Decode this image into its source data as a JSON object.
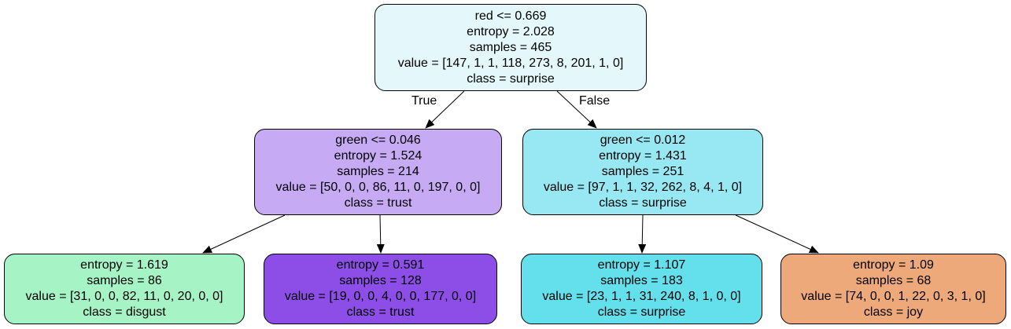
{
  "tree": {
    "root": {
      "lines": [
        "red <= 0.669",
        "entropy = 2.028",
        "samples = 465",
        "value = [147, 1, 1, 118, 273, 8, 201, 1, 0]",
        "class = surprise"
      ],
      "fill": "#e4f7fa"
    },
    "left": {
      "lines": [
        "green <= 0.046",
        "entropy = 1.524",
        "samples = 214",
        "value = [50, 0, 0, 86, 11, 0, 197, 0, 0]",
        "class = trust"
      ],
      "fill": "#c6aaf4"
    },
    "right": {
      "lines": [
        "green <= 0.012",
        "entropy = 1.431",
        "samples = 251",
        "value = [97, 1, 1, 32, 262, 8, 4, 1, 0]",
        "class = surprise"
      ],
      "fill": "#97e8f2"
    },
    "leaf1": {
      "lines": [
        "entropy = 1.619",
        "samples = 86",
        "value = [31, 0, 0, 82, 11, 0, 20, 0, 0]",
        "class = disgust"
      ],
      "fill": "#a6f3c6"
    },
    "leaf2": {
      "lines": [
        "entropy = 0.591",
        "samples = 128",
        "value = [19, 0, 0, 4, 0, 0, 177, 0, 0]",
        "class = trust"
      ],
      "fill": "#8d4ee8"
    },
    "leaf3": {
      "lines": [
        "entropy = 1.107",
        "samples = 183",
        "value = [23, 1, 1, 31, 240, 8, 1, 0, 0]",
        "class = surprise"
      ],
      "fill": "#63e0ec"
    },
    "leaf4": {
      "lines": [
        "entropy = 1.09",
        "samples = 68",
        "value = [74, 0, 0, 1, 22, 0, 3, 1, 0]",
        "class = joy"
      ],
      "fill": "#eda97a"
    }
  },
  "edges": {
    "true_label": "True",
    "false_label": "False"
  }
}
